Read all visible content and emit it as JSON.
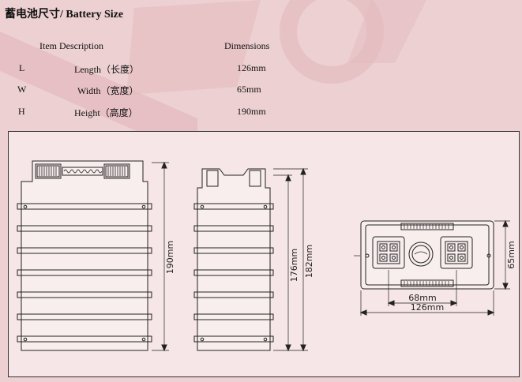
{
  "title": "蓄电池尺寸/ Battery Size",
  "table": {
    "headers": {
      "item": "Item Description",
      "dimensions": "Dimensions"
    },
    "rows": [
      {
        "code": "L",
        "desc": "Length（长度）",
        "value": "126mm"
      },
      {
        "code": "W",
        "desc": "Width（宽度）",
        "value": "65mm"
      },
      {
        "code": "H",
        "desc": "Height（高度）",
        "value": "190mm"
      }
    ]
  },
  "drawing": {
    "front_height": "190mm",
    "side_height_inner": "176mm",
    "side_height_outer": "182mm",
    "top_width": "65mm",
    "terminal_spacing": "68mm",
    "top_length": "126mm"
  },
  "colors": {
    "background": "#edd0d2",
    "panel": "#f6e6e7",
    "line": "#222222"
  }
}
